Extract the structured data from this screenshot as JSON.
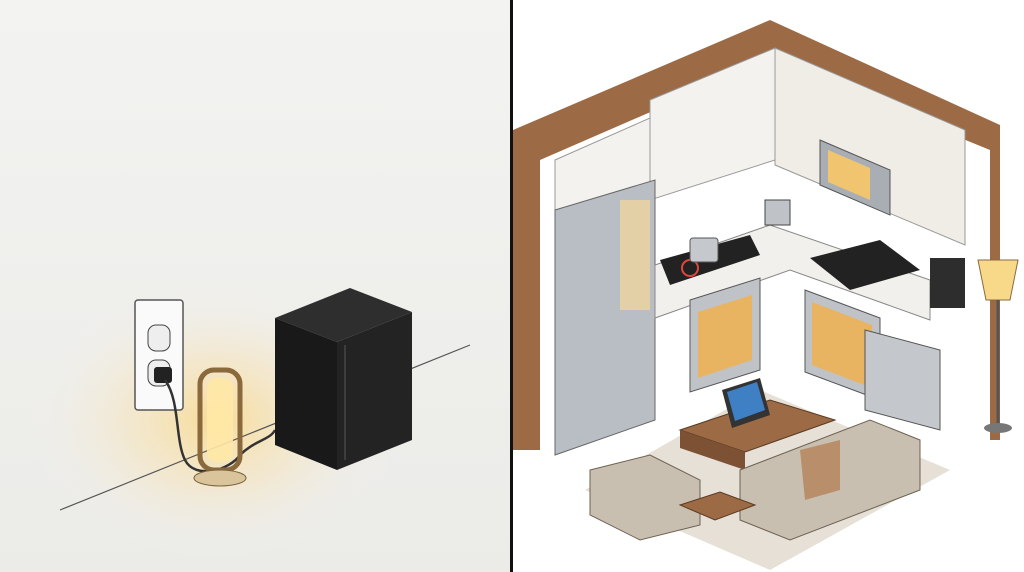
{
  "colors": {
    "left_background": "#efefed",
    "glow": "#f7d58a",
    "fridge": "#1f1f1f",
    "divider": "#111111",
    "wood": "#9c6a45",
    "cabinet": "#f4f2ee",
    "steel": "#b9bec4",
    "sofa": "#c9bfb0",
    "rug": "#e6e0d6"
  },
  "left_scene": {
    "elements": [
      "wall-outlet",
      "power-cord",
      "glowing-lamp",
      "mini-fridge"
    ]
  },
  "right_scene": {
    "elements": [
      "upper-cabinets",
      "refrigerator",
      "stovetop",
      "ovens",
      "microwave",
      "kettle",
      "coffee-maker",
      "dishwasher",
      "floor-lamp",
      "coffee-table",
      "laptop",
      "sofa",
      "armchair",
      "side-table",
      "rug"
    ]
  }
}
